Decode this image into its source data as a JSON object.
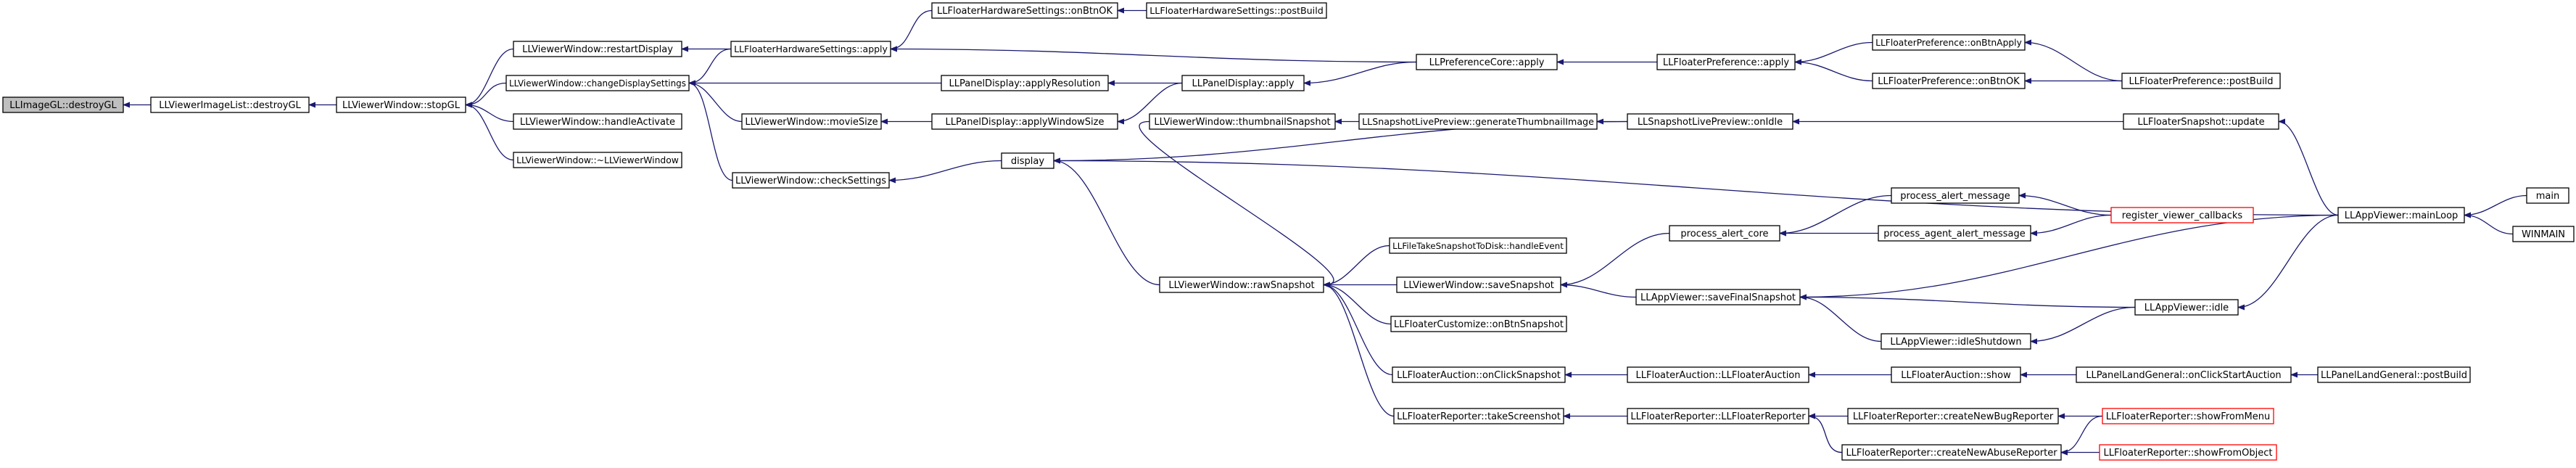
{
  "graph": {
    "style": {
      "root_fill": "#bfbfbf",
      "node_fill": "#ffffff",
      "node_border": "#000000",
      "truncated_border": "#ff0000",
      "edge_color": "#191970"
    },
    "nodes": [
      {
        "id": "n0",
        "label": "LLImageGL::destroyGL",
        "root": true
      },
      {
        "id": "n1",
        "label": "LLViewerImageList::destroyGL"
      },
      {
        "id": "n2",
        "label": "LLViewerWindow::stopGL"
      },
      {
        "id": "n3",
        "label": "LLViewerWindow::restartDisplay"
      },
      {
        "id": "n4",
        "label": "LLViewerWindow::changeDisplaySettings"
      },
      {
        "id": "n5",
        "label": "LLViewerWindow::handleActivate"
      },
      {
        "id": "n6",
        "label": "LLViewerWindow::~LLViewerWindow"
      },
      {
        "id": "n7",
        "label": "LLFloaterHardwareSettings::apply"
      },
      {
        "id": "n8",
        "label": "LLViewerWindow::movieSize"
      },
      {
        "id": "n9",
        "label": "LLViewerWindow::checkSettings"
      },
      {
        "id": "n10",
        "label": "LLFloaterHardwareSettings::onBtnOK"
      },
      {
        "id": "n11",
        "label": "LLFloaterHardwareSettings::postBuild"
      },
      {
        "id": "n12",
        "label": "LLPanelDisplay::applyResolution"
      },
      {
        "id": "n13",
        "label": "LLPanelDisplay::applyWindowSize"
      },
      {
        "id": "n14",
        "label": "LLPanelDisplay::apply"
      },
      {
        "id": "n15",
        "label": "LLPreferenceCore::apply"
      },
      {
        "id": "n16",
        "label": "LLFloaterPreference::apply"
      },
      {
        "id": "n17",
        "label": "LLFloaterPreference::onBtnApply"
      },
      {
        "id": "n18",
        "label": "LLFloaterPreference::onBtnOK"
      },
      {
        "id": "n19",
        "label": "LLFloaterPreference::postBuild"
      },
      {
        "id": "n20",
        "label": "display"
      },
      {
        "id": "n21",
        "label": "LLViewerWindow::thumbnailSnapshot"
      },
      {
        "id": "n22",
        "label": "LLSnapshotLivePreview::generateThumbnailImage"
      },
      {
        "id": "n23",
        "label": "LLSnapshotLivePreview::onIdle"
      },
      {
        "id": "n24",
        "label": "LLFloaterSnapshot::update"
      },
      {
        "id": "n25",
        "label": "LLAppViewer::mainLoop"
      },
      {
        "id": "n26",
        "label": "main"
      },
      {
        "id": "n27",
        "label": "WINMAIN"
      },
      {
        "id": "n28",
        "label": "LLViewerWindow::rawSnapshot"
      },
      {
        "id": "n29",
        "label": "LLFileTakeSnapshotToDisk::handleEvent"
      },
      {
        "id": "n30",
        "label": "LLViewerWindow::saveSnapshot"
      },
      {
        "id": "n31",
        "label": "LLFloaterCustomize::onBtnSnapshot"
      },
      {
        "id": "n32",
        "label": "LLFloaterAuction::onClickSnapshot"
      },
      {
        "id": "n33",
        "label": "LLFloaterReporter::takeScreenshot"
      },
      {
        "id": "n34",
        "label": "process_alert_core"
      },
      {
        "id": "n35",
        "label": "process_alert_message"
      },
      {
        "id": "n36",
        "label": "process_agent_alert_message"
      },
      {
        "id": "n37",
        "label": "register_viewer_callbacks",
        "truncated": true
      },
      {
        "id": "n38",
        "label": "LLAppViewer::saveFinalSnapshot"
      },
      {
        "id": "n39",
        "label": "LLAppViewer::idle"
      },
      {
        "id": "n40",
        "label": "LLAppViewer::idleShutdown"
      },
      {
        "id": "n41",
        "label": "LLFloaterAuction::LLFloaterAuction"
      },
      {
        "id": "n42",
        "label": "LLFloaterAuction::show"
      },
      {
        "id": "n43",
        "label": "LLPanelLandGeneral::onClickStartAuction"
      },
      {
        "id": "n44",
        "label": "LLPanelLandGeneral::postBuild"
      },
      {
        "id": "n45",
        "label": "LLFloaterReporter::LLFloaterReporter"
      },
      {
        "id": "n46",
        "label": "LLFloaterReporter::createNewBugReporter"
      },
      {
        "id": "n47",
        "label": "LLFloaterReporter::createNewAbuseReporter"
      },
      {
        "id": "n48",
        "label": "LLFloaterReporter::showFromMenu",
        "truncated": true
      },
      {
        "id": "n49",
        "label": "LLFloaterReporter::showFromObject",
        "truncated": true
      }
    ],
    "edges": [
      [
        "n1",
        "n0"
      ],
      [
        "n2",
        "n1"
      ],
      [
        "n3",
        "n2"
      ],
      [
        "n4",
        "n2"
      ],
      [
        "n5",
        "n2"
      ],
      [
        "n6",
        "n2"
      ],
      [
        "n7",
        "n3"
      ],
      [
        "n7",
        "n4"
      ],
      [
        "n8",
        "n4"
      ],
      [
        "n9",
        "n4"
      ],
      [
        "n12",
        "n4"
      ],
      [
        "n10",
        "n7"
      ],
      [
        "n11",
        "n10"
      ],
      [
        "n15",
        "n7"
      ],
      [
        "n13",
        "n8"
      ],
      [
        "n14",
        "n12"
      ],
      [
        "n14",
        "n13"
      ],
      [
        "n15",
        "n14"
      ],
      [
        "n16",
        "n15"
      ],
      [
        "n17",
        "n16"
      ],
      [
        "n18",
        "n16"
      ],
      [
        "n19",
        "n17"
      ],
      [
        "n19",
        "n18"
      ],
      [
        "n20",
        "n9"
      ],
      [
        "n23",
        "n20"
      ],
      [
        "n25",
        "n20"
      ],
      [
        "n22",
        "n21"
      ],
      [
        "n23",
        "n22"
      ],
      [
        "n24",
        "n23"
      ],
      [
        "n25",
        "n24"
      ],
      [
        "n26",
        "n25"
      ],
      [
        "n27",
        "n25"
      ],
      [
        "n21",
        "n28"
      ],
      [
        "n28",
        "n20"
      ],
      [
        "n29",
        "n28"
      ],
      [
        "n30",
        "n28"
      ],
      [
        "n31",
        "n28"
      ],
      [
        "n32",
        "n28"
      ],
      [
        "n33",
        "n28"
      ],
      [
        "n34",
        "n30"
      ],
      [
        "n38",
        "n30"
      ],
      [
        "n35",
        "n34"
      ],
      [
        "n36",
        "n34"
      ],
      [
        "n37",
        "n35"
      ],
      [
        "n37",
        "n36"
      ],
      [
        "n25",
        "n38"
      ],
      [
        "n39",
        "n38"
      ],
      [
        "n40",
        "n38"
      ],
      [
        "n25",
        "n39"
      ],
      [
        "n39",
        "n40"
      ],
      [
        "n41",
        "n32"
      ],
      [
        "n42",
        "n41"
      ],
      [
        "n43",
        "n42"
      ],
      [
        "n44",
        "n43"
      ],
      [
        "n45",
        "n33"
      ],
      [
        "n46",
        "n45"
      ],
      [
        "n47",
        "n45"
      ],
      [
        "n48",
        "n46"
      ],
      [
        "n48",
        "n47"
      ],
      [
        "n49",
        "n47"
      ]
    ]
  }
}
